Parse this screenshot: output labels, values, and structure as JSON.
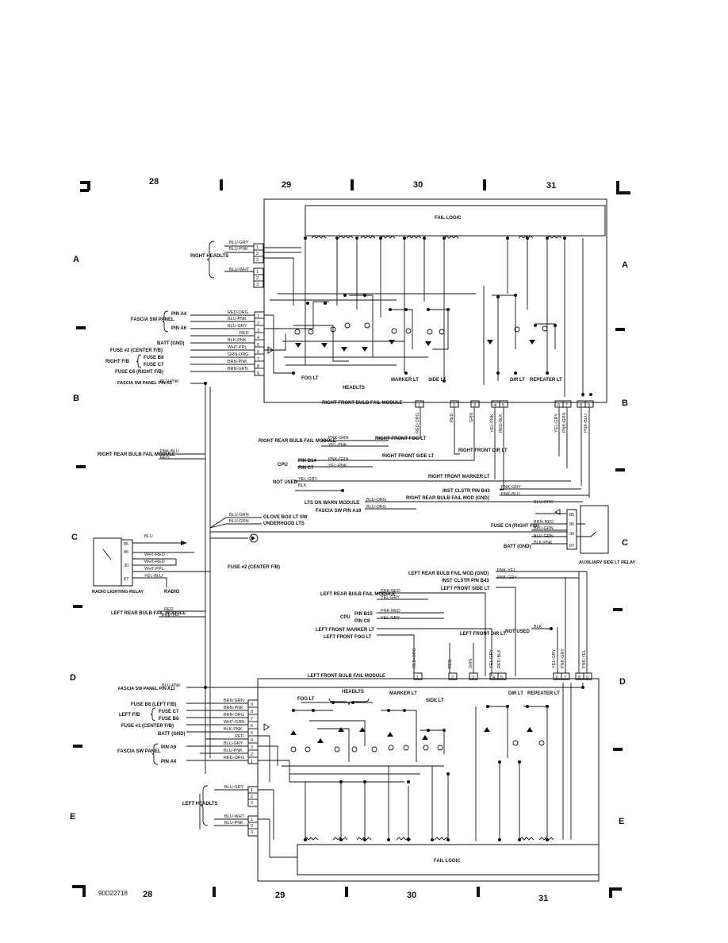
{
  "grid": {
    "top_cols": [
      "28",
      "29",
      "30",
      "31"
    ],
    "bottom_cols": [
      "28",
      "29",
      "30",
      "31"
    ],
    "rows_left": [
      "A",
      "B",
      "C",
      "D",
      "E"
    ],
    "rows_right": [
      "A",
      "B",
      "C",
      "D",
      "E"
    ]
  },
  "figure_id": "90D22718",
  "right_module": {
    "fail_logic": "FAIL LOGIC",
    "title": "RIGHT FRONT BULB FAIL MODULE",
    "headlts_label": "RIGHT HEADLTS",
    "headlt_wires": [
      "BLU-GRY",
      "BLU-PNK",
      "BLU-WHT"
    ],
    "fascia_label": "FASCIA SW PANEL",
    "fascia_pins": [
      "PIN A4",
      "PIN A6"
    ],
    "fascia_wires": [
      "RED-ORG",
      "BLU-PNK",
      "BLU-GRY"
    ],
    "batt": "BATT (GND)",
    "fuse_center": "FUSE #2 (CENTER F/B)",
    "right_fb": "RIGHT F/B",
    "fuse_b8": "FUSE B8",
    "fuse_c7": "FUSE C7",
    "fuse_c6": "FUSE C6 (RIGHT F/B)",
    "lower_wires": [
      "RED",
      "BLK-PNK",
      "WHT-PPL",
      "GRN-ORG",
      "BRN-PNK",
      "BRN-GRN"
    ],
    "fascia_a5": "FASCIA SW PANEL PIN A5",
    "fascia_a5_wire": "BLU-PNK",
    "lamps": [
      "FOG LT",
      "HEADLTS",
      "MARKER LT",
      "SIDE LT",
      "DIR LT",
      "REPEATER LT"
    ],
    "pins": [
      "1",
      "2",
      "3",
      "4",
      "5",
      "6",
      "7",
      "8",
      "9"
    ],
    "bottom_wires": [
      "RED-ORG",
      "RED",
      "GRN",
      "YEL-PNK",
      "RED-BLK",
      "YEL-GRY",
      "PNK-GRN",
      "PNK-BLU"
    ]
  },
  "middle": {
    "rr_bulb_fail": "RIGHT REAR BULB FAIL MODULE",
    "rr_wires": [
      "PNK-BLU",
      "RED"
    ],
    "rr_bulb_fail2": "RIGHT REAR BULB FAIL MODULE",
    "rr2_wires": [
      "PNK-GRN",
      "YEL-PNK"
    ],
    "rf_fog": "RIGHT FRONT FOG LT",
    "cpu": "CPU",
    "cpu_pins": [
      "PIN B14",
      "PIN C7"
    ],
    "cpu_wires": [
      "PNK-GRN",
      "YEL-PNK"
    ],
    "rf_side": "RIGHT FRONT SIDE LT",
    "rf_dir": "RIGHT FRONT DIR LT",
    "not_used": "NOT USED",
    "not_used_wires": [
      "YEL-GRY",
      "BLK"
    ],
    "rf_marker": "RIGHT FRONT MARKER LT",
    "inst_clstr": "INST CLSTR PIN B43",
    "inst_wires": [
      "PNK-GRY",
      "PNK-BLU"
    ],
    "rr_gnd": "RIGHT REAR BULB FAIL MOD (GND)",
    "lts_on": "LTS ON WARN MODULE",
    "lts_wires": [
      "BLU-ORG",
      "BLU-ORG"
    ],
    "fascia_a18": "FASCIA SW PIN A18",
    "glove_box": "GLOVE BOX LT SW",
    "underhood": "UNDERHOOD LTS",
    "glove_wires": [
      "BLU-GRN",
      "BLU-GRN"
    ],
    "blu_org": "BLU-ORG",
    "aux_relay": "AUXILIARY SIDE LT RELAY",
    "aux_pins": [
      "85",
      "86",
      "30",
      "87"
    ],
    "aux_wires": [
      "BRN-RED",
      "BLU-GRN",
      "BLU-GRN",
      "BLK-PNK"
    ],
    "fuse_c4": "FUSE C4 (RIGHT F/B)",
    "batt_gnd": "BATT (GND)",
    "radio_relay": "RADIO LIGHTING RELAY",
    "radio": "RADIO",
    "radio_pins": [
      "85",
      "86",
      "30",
      "87"
    ],
    "radio_wires": [
      "BLU",
      "WHT-RED",
      "WHT-RED",
      "WHT-PPL",
      "YEL-BLU"
    ],
    "fuse2": "FUSE #2 (CENTER F/B)",
    "lr_bulb_fail": "LEFT REAR BULB FAIL MODULE",
    "lr_wires": [
      "RED",
      "PNK-YEL"
    ],
    "lr_gnd": "LEFT REAR BULB FAIL MOD (GND)",
    "lr_gnd_wire": "PNK-YEL",
    "inst_clstr2": "INST CLSTR PIN B43",
    "inst2_wire": "PNK-GRY",
    "lf_side": "LEFT FRONT SIDE LT",
    "lr_bulb_fail2": "LEFT REAR BULB FAIL MODULE",
    "lr2_wires": [
      "PNK-RED",
      "YEL-GRY"
    ],
    "cpu2": "CPU",
    "cpu2_pins": [
      "PIN B15",
      "PIN C8"
    ],
    "cpu2_wires": [
      "PNK-RED",
      "YEL-GRY"
    ],
    "lf_marker": "LEFT FRONT MARKER LT",
    "lf_fog": "LEFT FRONT FOG LT",
    "lf_dir": "LEFT FRONT DIR LT",
    "not_used2": "NOT USED",
    "not_used2_wire": "BLK"
  },
  "left_module": {
    "title": "LEFT FRONT BULB FAIL MODULE",
    "fail_logic": "FAIL LOGIC",
    "top_wires": [
      "RED-ORG",
      "RED",
      "GRN",
      "YEL-GRY",
      "RED-BLK",
      "YEL-GRY",
      "PNK-GRY",
      "PNK-YEL"
    ],
    "pins": [
      "1",
      "2",
      "3",
      "4",
      "5",
      "6",
      "7",
      "8",
      "9"
    ],
    "fascia_a11": "FASCIA SW PANEL PIN A11",
    "fascia_a11_wire": "BLU-PNK",
    "fuse_b6": "FUSE B6 (LEFT F/B)",
    "left_fb": "LEFT F/B",
    "fuse_c7": "FUSE C7",
    "fuse_b8": "FUSE B8",
    "fuse1": "FUSE #1 (CENTER F/B)",
    "batt": "BATT (GND)",
    "wires": [
      "BRN-GRN",
      "BRN-PNK",
      "BRN-ORG",
      "WHT-GRN",
      "BLK-PNK",
      "RED",
      "BLU-GRY",
      "BLU-PNK",
      "RED-ORG"
    ],
    "fascia_label": "FASCIA SW PANEL",
    "fascia_pins": [
      "PIN A9",
      "PIN A4"
    ],
    "lamps": [
      "FOG LT",
      "HEADLTS",
      "MARKER LT",
      "SIDE LT",
      "DIR LT",
      "REPEATER LT"
    ],
    "headlts_label": "LEFT HEADLTS",
    "headlt_wires": [
      "BLU-GRY",
      "BLU-WHT",
      "BLU-PNK"
    ]
  }
}
